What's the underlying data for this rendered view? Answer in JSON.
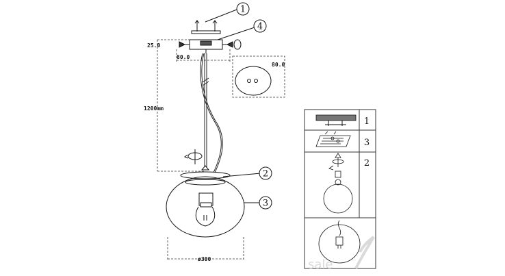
{
  "dimensions": {
    "ceiling_offset": "25.0",
    "canopy_width": "80.0",
    "canopy_detail": "80.0",
    "cable_length": "1200mm",
    "shade_diameter": "ø300"
  },
  "callouts": [
    "1",
    "4",
    "2",
    "3"
  ],
  "steps": [
    "1",
    "3",
    "2"
  ],
  "watermark": "sale"
}
